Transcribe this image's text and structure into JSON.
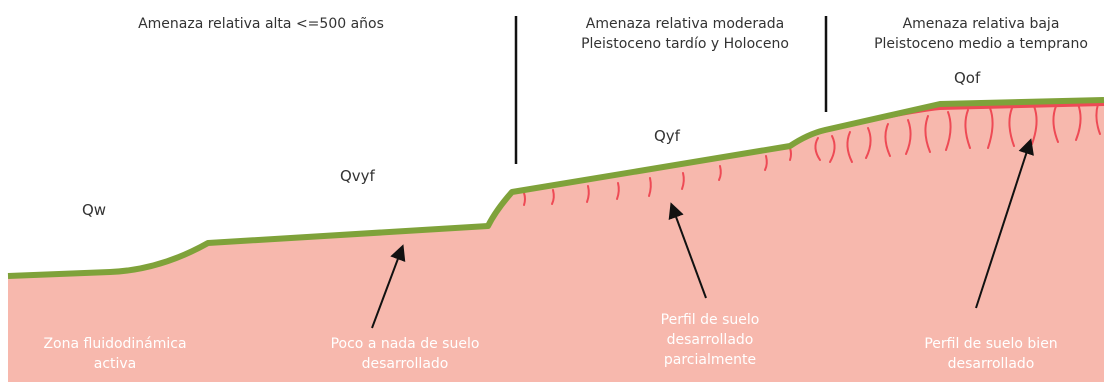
{
  "zones": [
    {
      "title": "Amenaza relativa alta <=500 años",
      "subtitle": ""
    },
    {
      "title": "Amenaza relativa moderada",
      "subtitle": "Pleistoceno tardío y Holoceno"
    },
    {
      "title": "Amenaza relativa baja",
      "subtitle": "Pleistoceno medio a temprano"
    }
  ],
  "units": [
    "Qw",
    "Qvyf",
    "Qyf",
    "Qof"
  ],
  "annotations": [
    {
      "line1": "Zona fluidodinámica",
      "line2": "activa"
    },
    {
      "line1": "Poco a nada de suelo",
      "line2": "desarrollado"
    },
    {
      "line1": "Perfil de suelo",
      "line2": "desarrollado",
      "line3": "parcialmente"
    },
    {
      "line1": "Perfil de suelo bien",
      "line2": "desarrollado"
    }
  ],
  "colors": {
    "ground_fill": "#f7b8ad",
    "surface_line": "#7fa23a",
    "soil_marks": "#ee4a55",
    "divider": "#111111",
    "arrow": "#111111",
    "label_text": "#333333",
    "annotation_text": "#ffffff"
  }
}
